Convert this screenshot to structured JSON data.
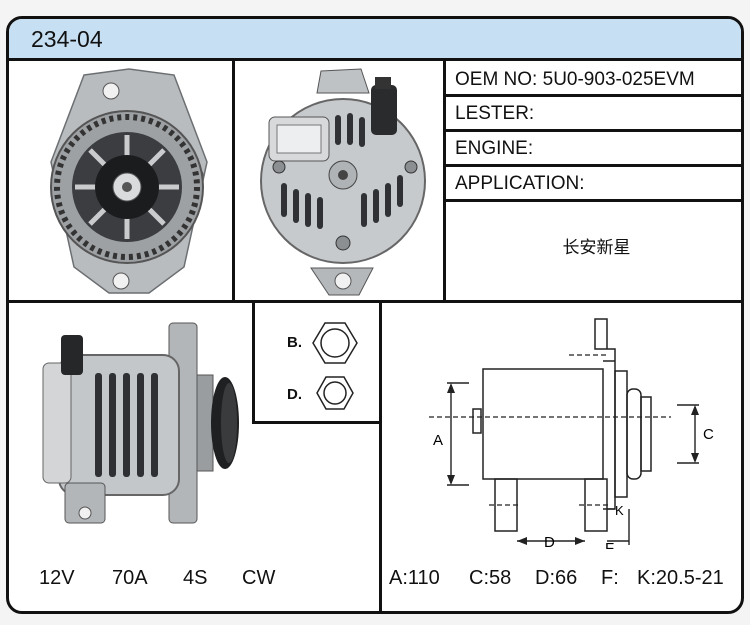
{
  "header": {
    "part_number": "234-04"
  },
  "specs": {
    "oem_label": "OEM NO:",
    "oem_value": "5U0-903-025EVM",
    "lester_label": "LESTER:",
    "lester_value": "",
    "engine_label": "ENGINE:",
    "engine_value": "",
    "application_label": "APPLICATION:",
    "application_value": "长安新星"
  },
  "electrical": {
    "voltage": "12V",
    "amperage": "70A",
    "groove": "4S",
    "rotation": "CW"
  },
  "pulley_labels": {
    "b": "B.",
    "d": "D."
  },
  "dimensions": {
    "a_label": "A:110",
    "c_label": "C:58",
    "d_label": "D:66",
    "f_label": "F:",
    "k_label": "K:20.5-21",
    "diagram_a": "A",
    "diagram_c": "C",
    "diagram_d": "D",
    "diagram_f": "F",
    "diagram_k": "K"
  },
  "colors": {
    "header_bg": "#c7dff2",
    "border": "#111111"
  }
}
